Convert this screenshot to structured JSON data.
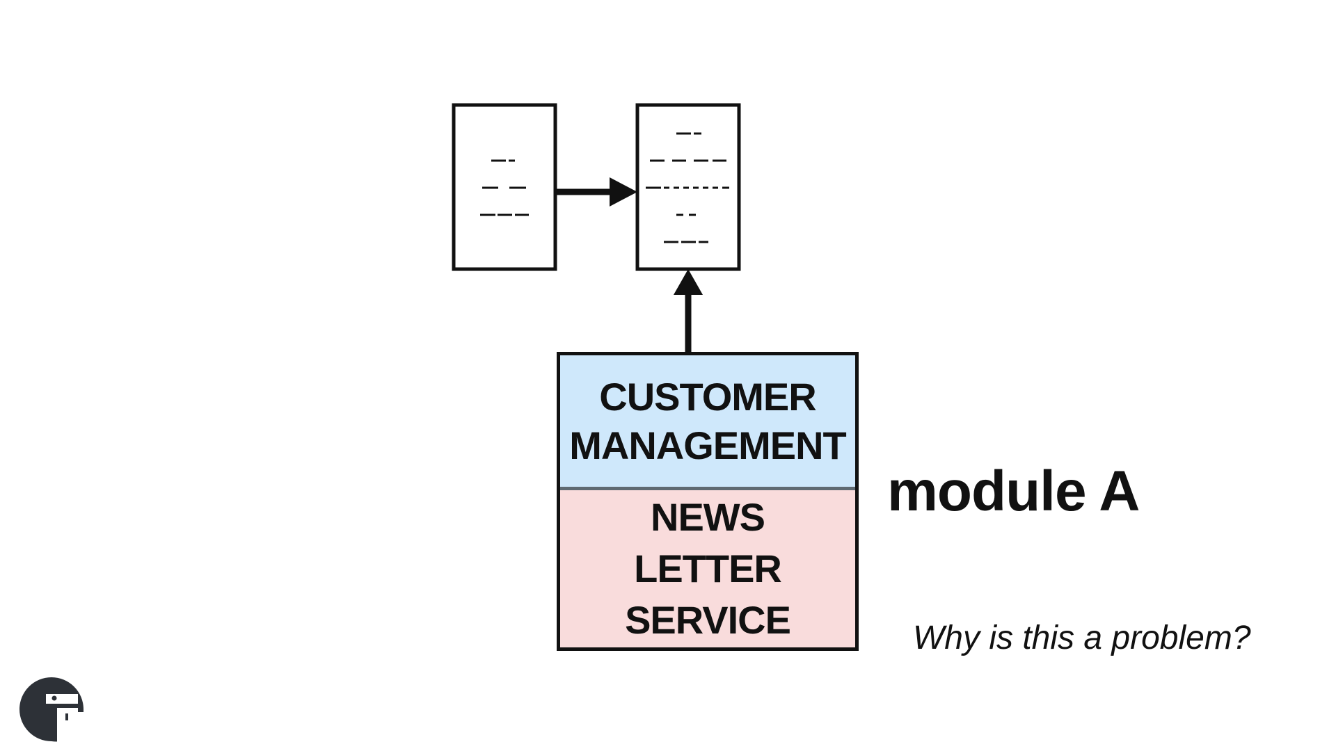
{
  "module_box": {
    "top_lines": [
      "CUSTOMER",
      "MANAGEMENT"
    ],
    "bottom_lines": [
      "NEWS",
      "LETTER",
      "SERVICE"
    ]
  },
  "module_label": "module A",
  "question": "Why is this a problem?",
  "colors": {
    "top_section": "#cfe8fb",
    "bottom_section": "#f9dcdc",
    "stroke": "#111111",
    "logo": "#2d3137"
  },
  "icons": [
    "document-icon",
    "document-icon",
    "arrow-right-icon",
    "arrow-up-icon",
    "company-logo-icon"
  ]
}
